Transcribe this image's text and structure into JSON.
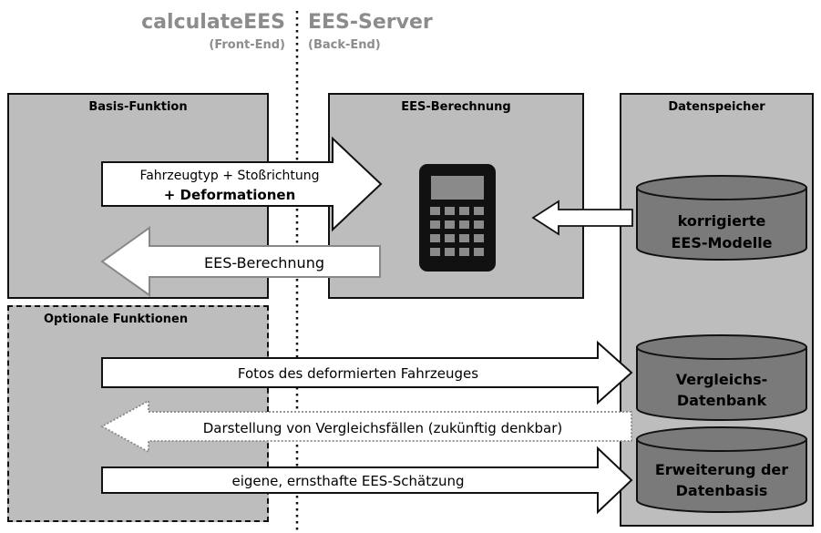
{
  "header": {
    "frontend_title": "calculateEES",
    "frontend_sub": "(Front-End)",
    "backend_title": "EES-Server",
    "backend_sub": "(Back-End)"
  },
  "boxes": {
    "basis": "Basis-Funktion",
    "berechnung": "EES-Berechnung",
    "speicher": "Datenspeicher",
    "optional": "Optionale Funktionen"
  },
  "arrows": {
    "input_line1": "Fahrzeugtyp + Stoßrichtung",
    "input_line2": "+ Deformationen",
    "result": "EES-Berechnung",
    "photos": "Fotos des deformierten Fahrzeuges",
    "comparison": "Darstellung von Vergleichsfällen (zukünftig denkbar)",
    "estimate": "eigene, ernsthafte EES-Schätzung"
  },
  "databases": {
    "db1_line1": "korrigierte",
    "db1_line2": "EES-Modelle",
    "db2_line1": "Vergleichs-",
    "db2_line2": "Datenbank",
    "db3_line1": "Erweiterung der",
    "db3_line2": "Datenbasis"
  },
  "colors": {
    "box_fill": "#bdbdbd",
    "db_fill": "#7a7a7a",
    "header_text": "#8c8c8c"
  },
  "icons": {
    "calculator": "calculator-icon"
  }
}
